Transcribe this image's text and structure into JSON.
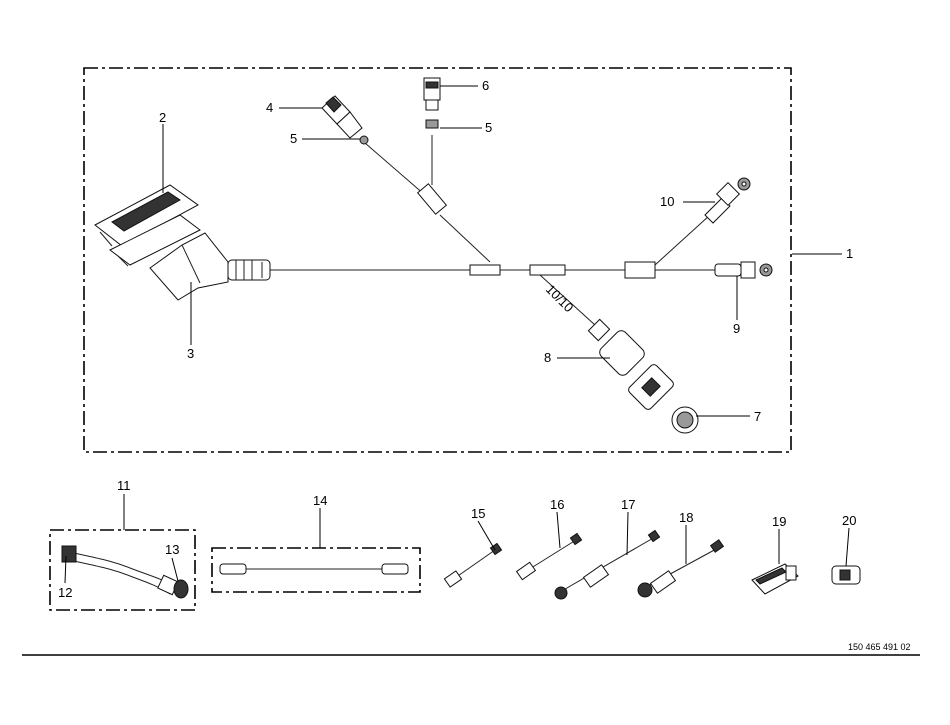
{
  "callouts": [
    "1",
    "2",
    "3",
    "4",
    "5",
    "5",
    "6",
    "7",
    "8",
    "9",
    "10",
    "11",
    "12",
    "13",
    "14",
    "15",
    "16",
    "17",
    "18",
    "19",
    "20"
  ],
  "wire_marking": "10/10",
  "drawing_number": "150 465 491 02"
}
